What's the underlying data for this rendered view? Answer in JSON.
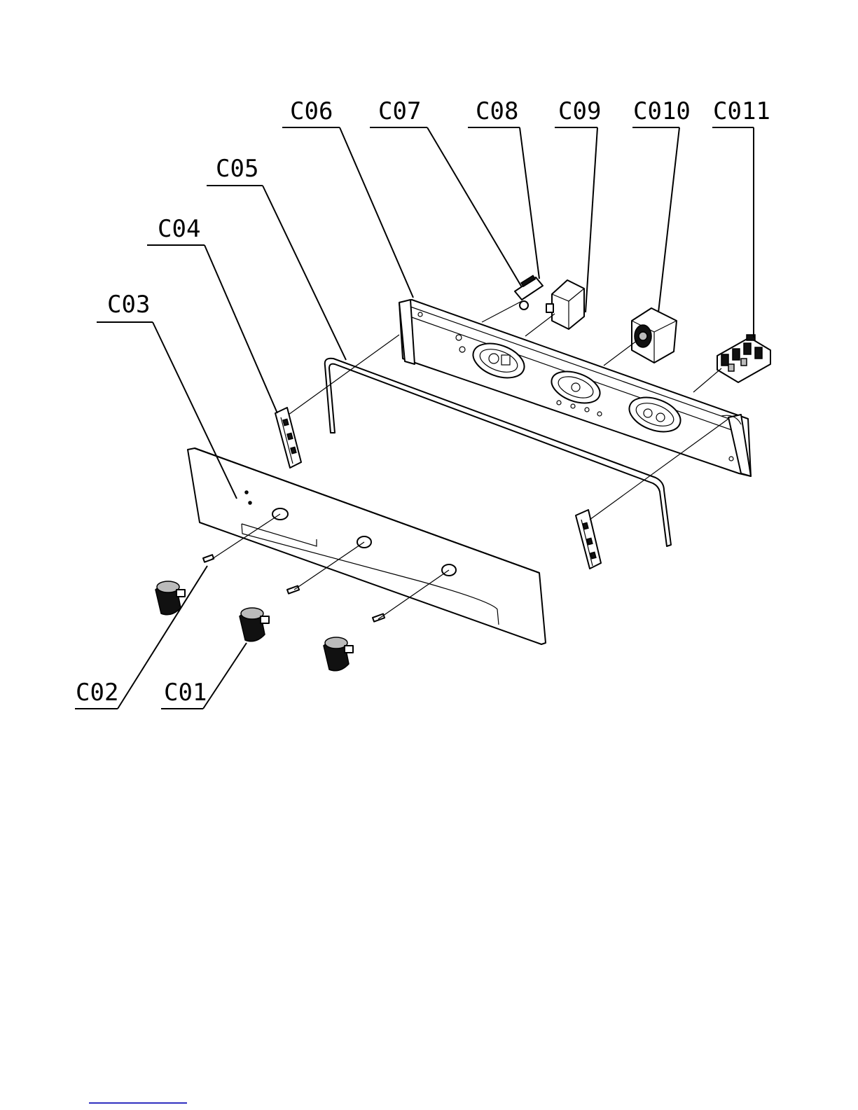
{
  "labels": {
    "c01": "C01",
    "c02": "C02",
    "c03": "C03",
    "c04": "C04",
    "c05": "C05",
    "c06": "C06",
    "c07": "C07",
    "c08": "C08",
    "c09": "C09",
    "c010": "C010",
    "c011": "C011"
  },
  "colors": {
    "line": "#000000",
    "background": "#ffffff",
    "footer_link": "#3030c0"
  }
}
